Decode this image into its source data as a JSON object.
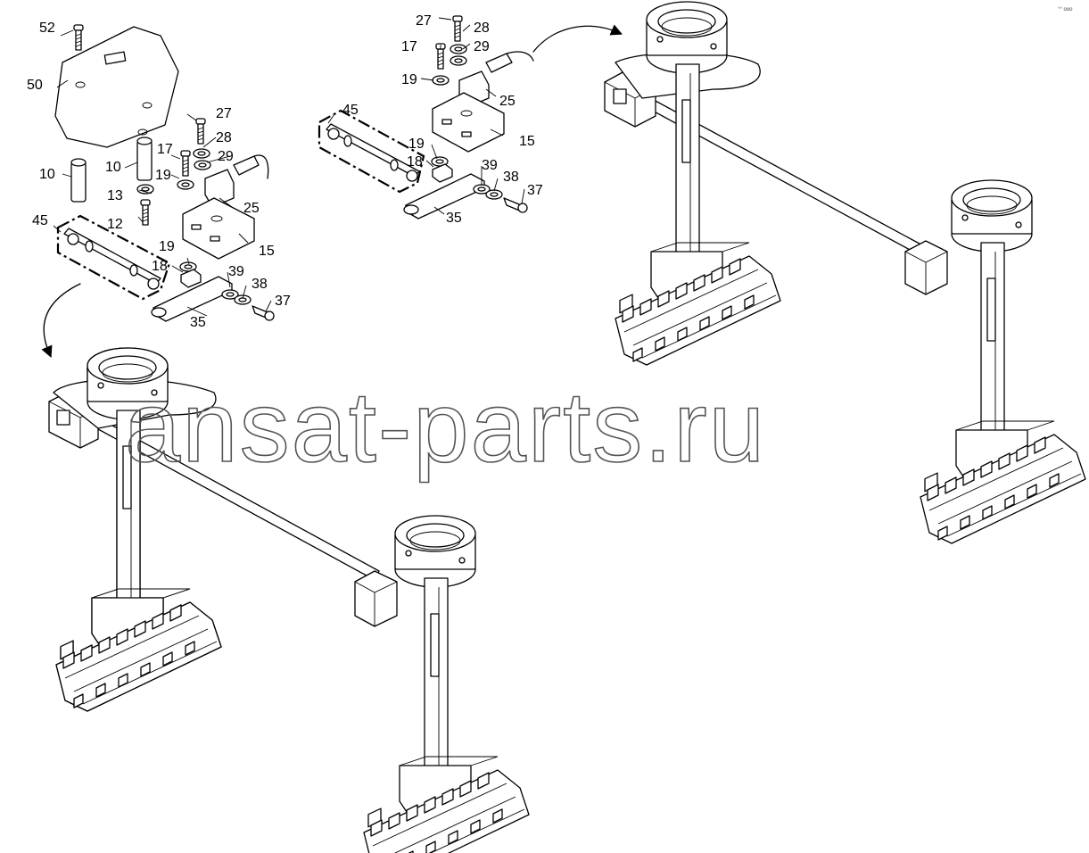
{
  "watermark": "ansat-parts.ru",
  "corner_mark": "°° ooo",
  "detail_left": {
    "callouts": [
      "52",
      "50",
      "10",
      "10",
      "17",
      "27",
      "28",
      "29",
      "19",
      "13",
      "12",
      "25",
      "45",
      "15",
      "19",
      "18",
      "39",
      "38",
      "37",
      "35"
    ]
  },
  "detail_right": {
    "callouts": [
      "27",
      "28",
      "17",
      "29",
      "19",
      "25",
      "45",
      "15",
      "19",
      "18",
      "39",
      "38",
      "37",
      "35"
    ]
  },
  "icons": [
    "arrow-curved-icon"
  ]
}
